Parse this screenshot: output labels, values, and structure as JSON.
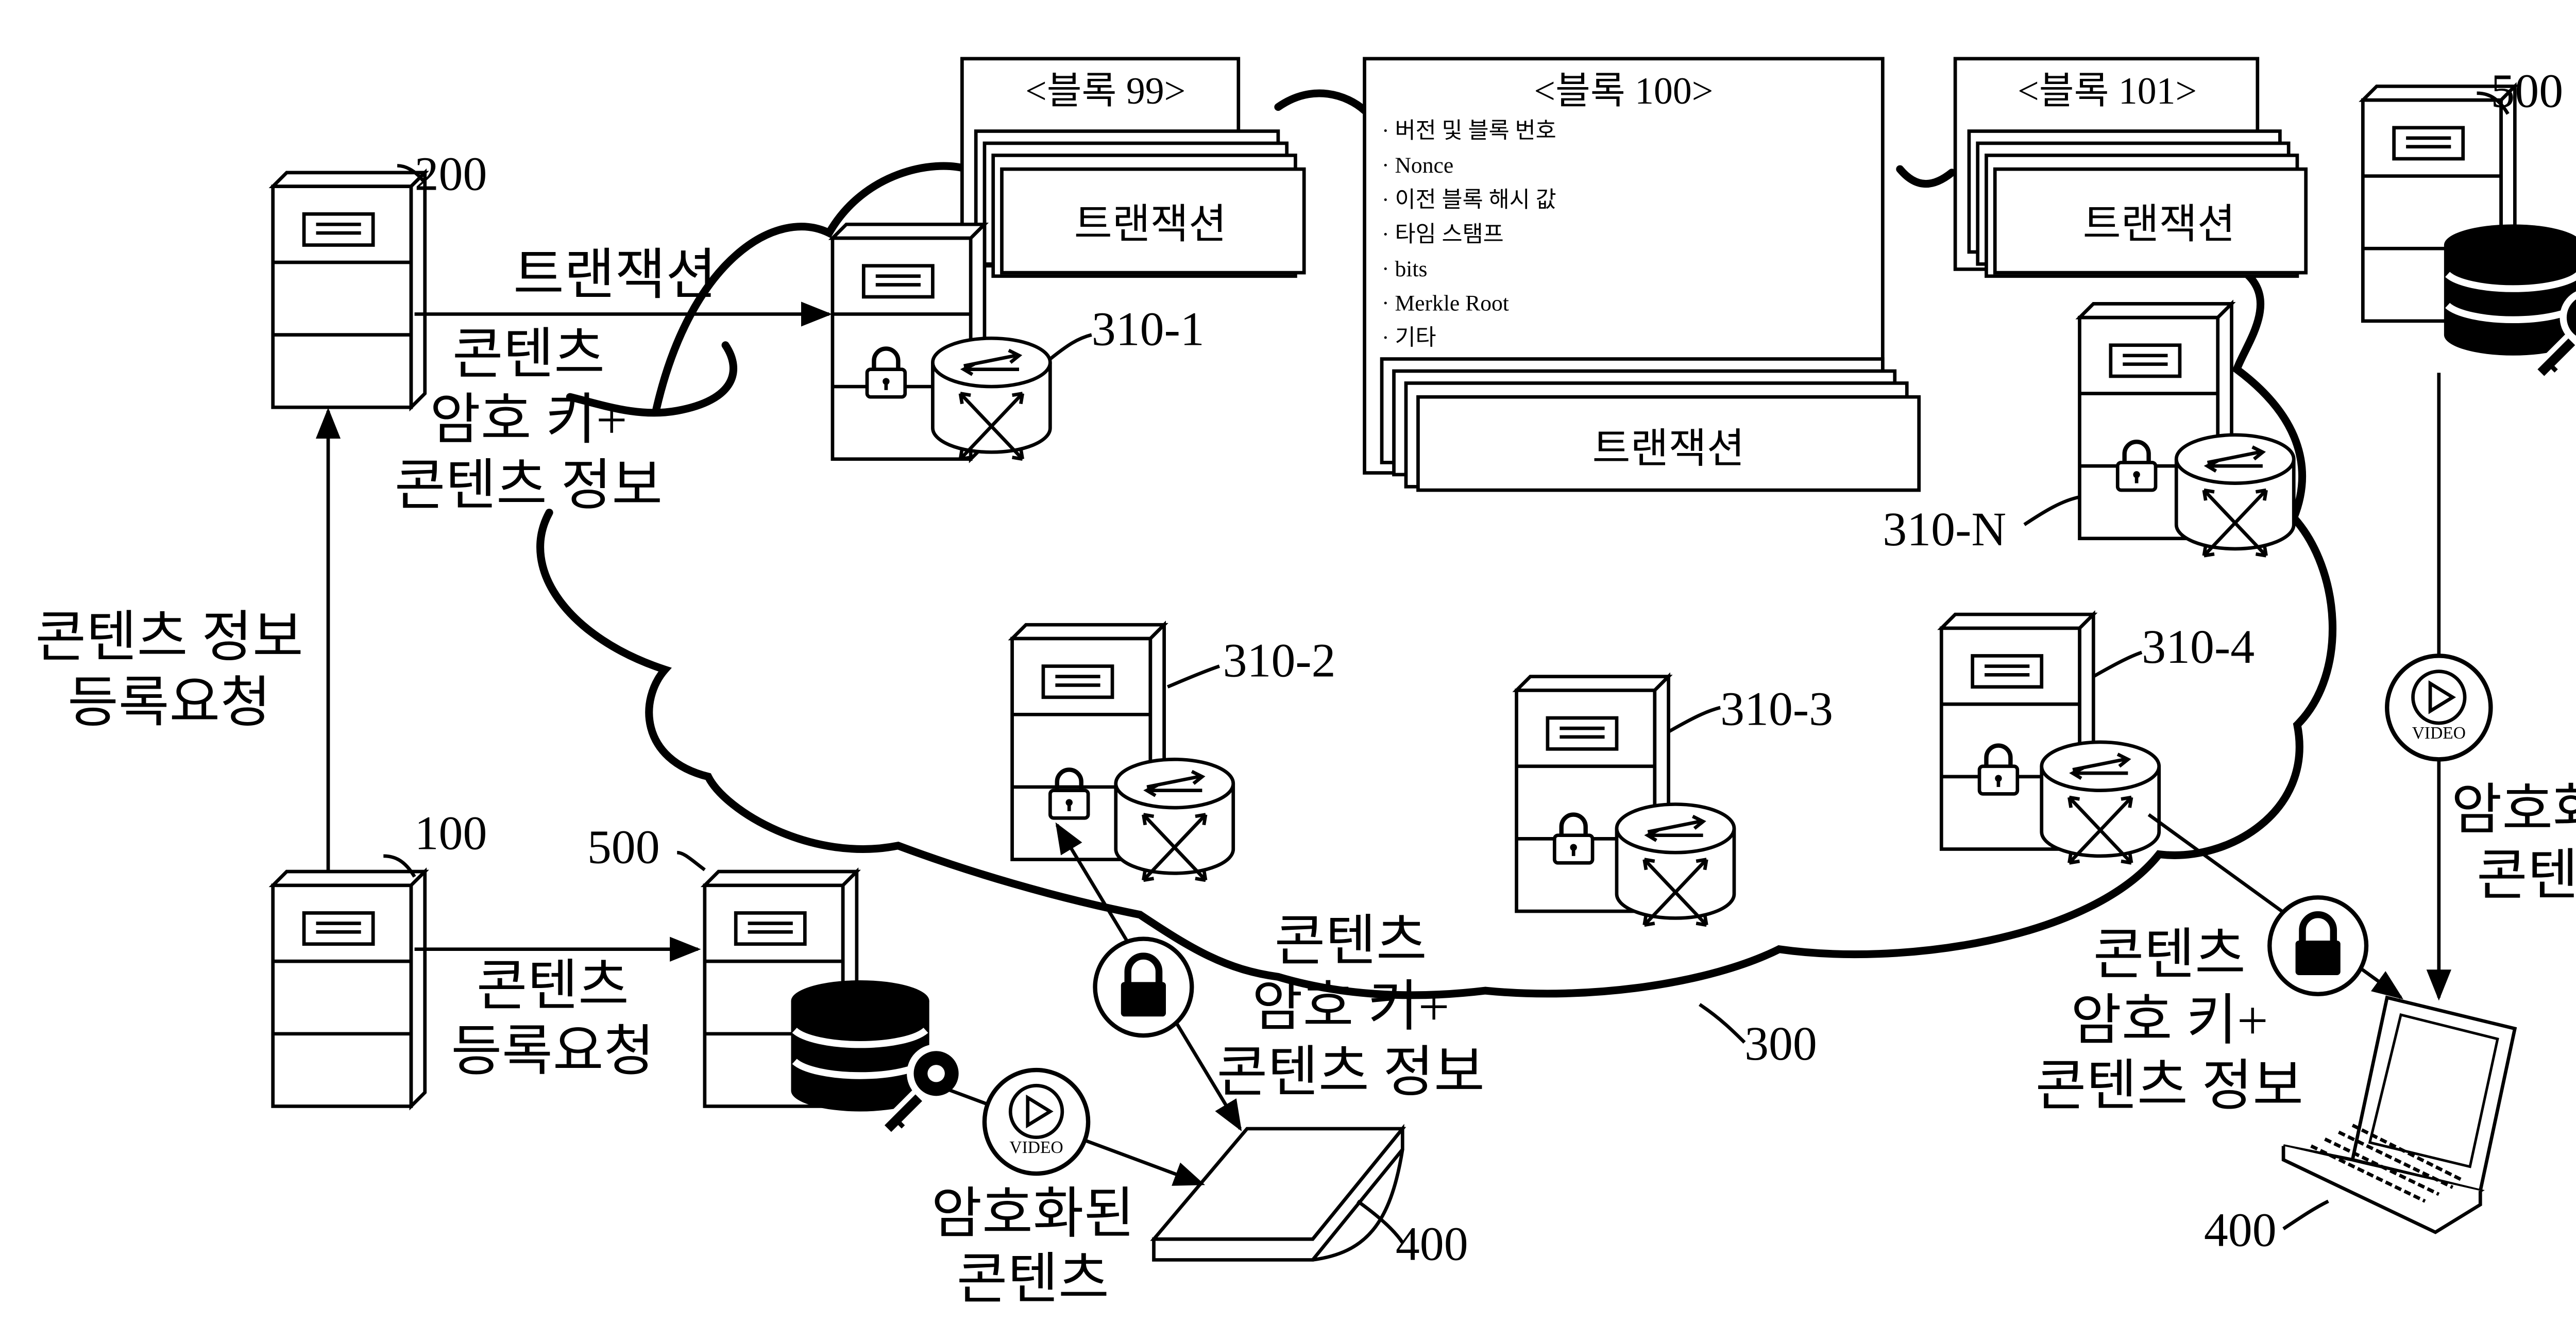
{
  "nodes": {
    "n200": "200",
    "n100": "100",
    "n500_left": "500",
    "n500_right": "500",
    "n300": "300",
    "n310_1": "310-1",
    "n310_2": "310-2",
    "n310_3": "310-3",
    "n310_4": "310-4",
    "n310_n": "310-N",
    "n400_left": "400",
    "n400_right": "400"
  },
  "blocks": {
    "b99_title": "<블록 99>",
    "b100_title": "<블록 100>",
    "b101_title": "<블록 101>",
    "transaction": "트랜잭션",
    "b100_fields": [
      "· 버전 및 블록 번호",
      "· Nonce",
      "· 이전 블록 해시 값",
      "· 타임 스탬프",
      "· bits",
      "· Merkle Root",
      "· 기타"
    ]
  },
  "labels": {
    "transaction_arrow": "트랜잭션",
    "key_info_top": [
      "콘텐츠",
      "암호 키+",
      "콘텐츠 정보"
    ],
    "reg_info_request": [
      "콘텐츠 정보",
      "등록요청"
    ],
    "content_reg_request": [
      "콘텐츠",
      "등록요청"
    ],
    "key_info_mid": [
      "콘텐츠",
      "암호 키+",
      "콘텐츠 정보"
    ],
    "key_info_right": [
      "콘텐츠",
      "암호 키+",
      "콘텐츠 정보"
    ],
    "encrypted_left": [
      "암호화된",
      "콘텐츠"
    ],
    "encrypted_right": [
      "암호화된",
      "콘텐츠"
    ],
    "video": "VIDEO"
  },
  "icons": {
    "server": "server-icon",
    "lock": "lock-icon",
    "router": "router-icon",
    "database": "database-key-icon",
    "video": "video-play-icon",
    "tablet": "tablet-icon",
    "laptop": "laptop-icon"
  }
}
